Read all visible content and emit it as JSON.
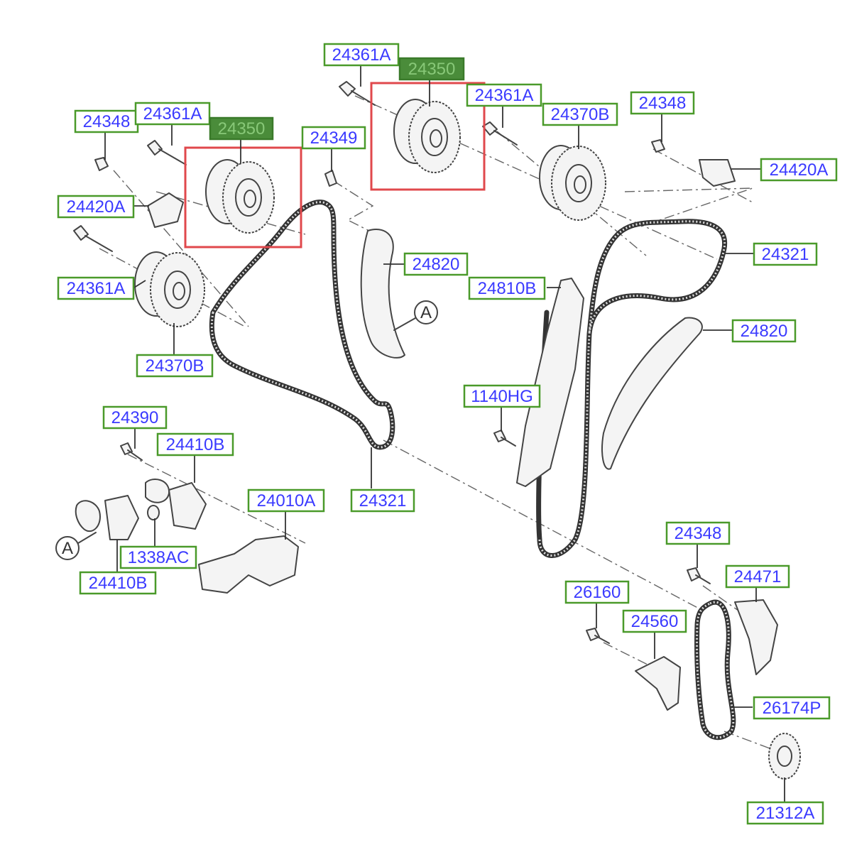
{
  "diagram": {
    "labels": [
      {
        "id": "24361A-top",
        "text": "24361A"
      },
      {
        "id": "24350-top",
        "text": "24350"
      },
      {
        "id": "24361A-mid",
        "text": "24361A"
      },
      {
        "id": "24370B-top",
        "text": "24370B"
      },
      {
        "id": "24348-topright",
        "text": "24348"
      },
      {
        "id": "24420A-right",
        "text": "24420A"
      },
      {
        "id": "24348-left",
        "text": "24348"
      },
      {
        "id": "24361A-left",
        "text": "24361A"
      },
      {
        "id": "24350-left",
        "text": "24350"
      },
      {
        "id": "24349",
        "text": "24349"
      },
      {
        "id": "24420A-left",
        "text": "24420A"
      },
      {
        "id": "24361A-lower",
        "text": "24361A"
      },
      {
        "id": "24370B-lower",
        "text": "24370B"
      },
      {
        "id": "24820-mid",
        "text": "24820"
      },
      {
        "id": "24810B",
        "text": "24810B"
      },
      {
        "id": "24321-right",
        "text": "24321"
      },
      {
        "id": "24820-right",
        "text": "24820"
      },
      {
        "id": "1140HG",
        "text": "1140HG"
      },
      {
        "id": "24390",
        "text": "24390"
      },
      {
        "id": "24410B-top",
        "text": "24410B"
      },
      {
        "id": "24010A",
        "text": "24010A"
      },
      {
        "id": "24321-mid",
        "text": "24321"
      },
      {
        "id": "1338AC",
        "text": "1338AC"
      },
      {
        "id": "24410B-bottom",
        "text": "24410B"
      },
      {
        "id": "24348-bottomright",
        "text": "24348"
      },
      {
        "id": "24471",
        "text": "24471"
      },
      {
        "id": "26160",
        "text": "26160"
      },
      {
        "id": "24560",
        "text": "24560"
      },
      {
        "id": "26174P",
        "text": "26174P"
      },
      {
        "id": "21312A",
        "text": "21312A"
      }
    ],
    "highlighted": [
      "24350-top",
      "24350-left"
    ],
    "reference_marks": [
      {
        "id": "A-mid",
        "text": "A"
      },
      {
        "id": "A-left",
        "text": "A"
      }
    ],
    "colors": {
      "label_border": "#4a9a2a",
      "label_text": "#3a3aff",
      "highlight_fill": "#4a8c3a",
      "callout_box": "#e0484c"
    }
  }
}
